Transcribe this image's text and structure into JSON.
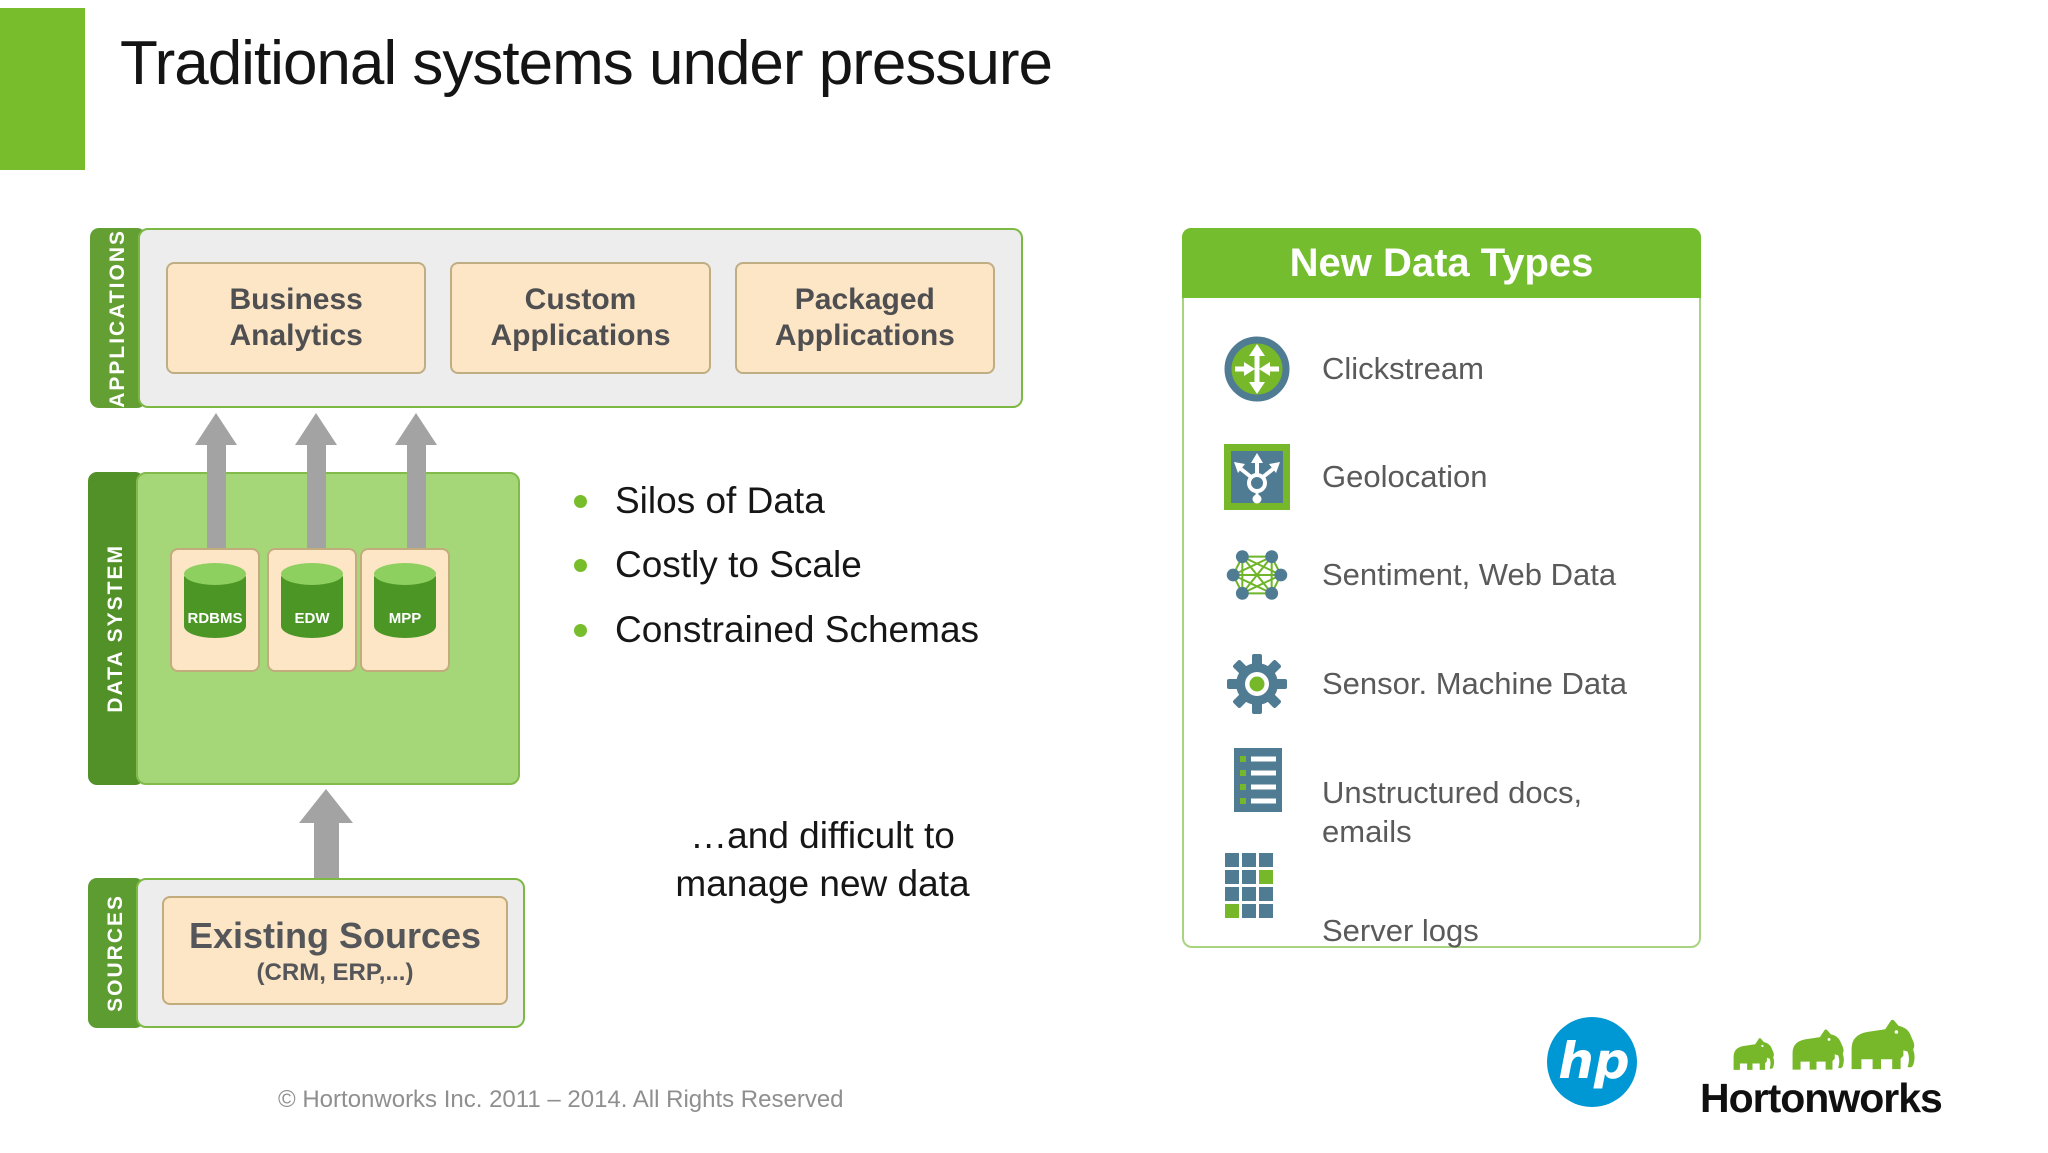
{
  "slide": {
    "title": "Traditional systems under pressure",
    "footer": "© Hortonworks Inc. 2011 – 2014. All Rights Reserved"
  },
  "diagram": {
    "applications": {
      "tab": "APPLICATIONS",
      "boxes": [
        "Business Analytics",
        "Custom Applications",
        "Packaged Applications"
      ]
    },
    "data_system": {
      "tab": "DATA SYSTEM",
      "cylinders": [
        "RDBMS",
        "EDW",
        "MPP"
      ]
    },
    "sources": {
      "tab": "SOURCES",
      "title": "Existing Sources",
      "subtitle": "(CRM, ERP,...)"
    }
  },
  "bullets": [
    "Silos of Data",
    "Costly to Scale",
    "Constrained Schemas"
  ],
  "callout": {
    "line1": "…and difficult to",
    "line2": "manage new data"
  },
  "panel": {
    "header": "New Data Types",
    "items": [
      {
        "icon": "clickstream-icon",
        "label": "Clickstream"
      },
      {
        "icon": "geolocation-icon",
        "label": "Geolocation"
      },
      {
        "icon": "sentiment-icon",
        "label": "Sentiment, Web Data"
      },
      {
        "icon": "sensor-icon",
        "label": "Sensor. Machine Data"
      },
      {
        "icon": "unstructured-docs-icon",
        "label": "Unstructured docs, emails"
      },
      {
        "icon": "server-logs-icon",
        "label": "Server logs"
      }
    ]
  },
  "logos": {
    "hp_text": "hp",
    "hortonworks_text": "Hortonworks"
  },
  "colors": {
    "accent_green": "#78bd2b",
    "tab_green": "#649f33",
    "tab_dark_green": "#519127",
    "light_green_fill": "#a5d778",
    "panel_header_green": "#74bd2f",
    "panel_border_green": "#a9d47f",
    "peach": "#fce6c6",
    "gray_fill": "#ededed",
    "arrow_gray": "#a3a3a3",
    "icon_slate_blue": "#4f7b93",
    "cylinder_green": "#4c9626",
    "hp_blue": "#0097d5"
  }
}
